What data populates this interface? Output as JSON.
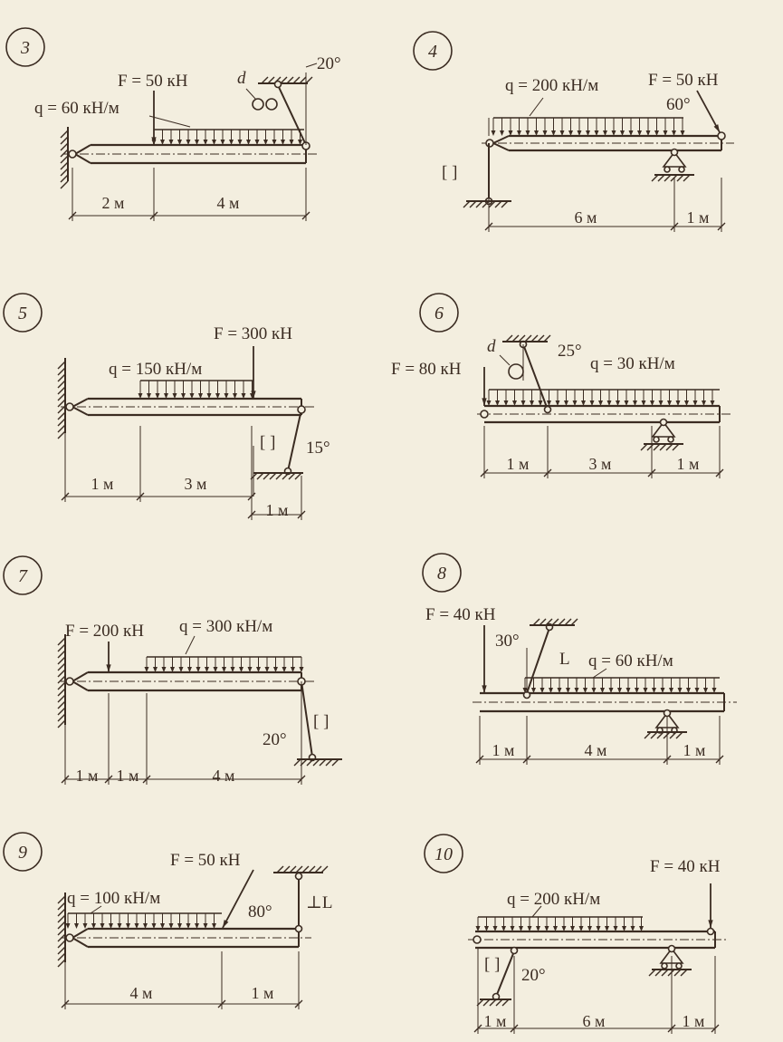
{
  "colors": {
    "ink": "#3b2c22",
    "paper": "#f3eedf"
  },
  "panels": [
    {
      "number": "3",
      "force": "F = 50 кН",
      "load": "q = 60 кН/м",
      "angle": "20°",
      "extra": "d",
      "dims": [
        "2 м",
        "4 м"
      ]
    },
    {
      "number": "4",
      "force": "F = 50 кН",
      "load": "q = 200 кН/м",
      "angle": "60°",
      "section": "[ ]",
      "dims": [
        "6 м",
        "1 м"
      ]
    },
    {
      "number": "5",
      "force": "F = 300 кН",
      "load": "q = 150 кН/м",
      "angle": "15°",
      "section": "[ ]",
      "dims": [
        "1 м",
        "3 м",
        "1 м"
      ]
    },
    {
      "number": "6",
      "force": "F = 80 кН",
      "load": "q = 30 кН/м",
      "angle": "25°",
      "extra": "d",
      "dims": [
        "1 м",
        "3 м",
        "1 м"
      ]
    },
    {
      "number": "7",
      "force": "F = 200 кН",
      "load": "q = 300 кН/м",
      "angle": "20°",
      "section": "[ ]",
      "dims": [
        "1 м",
        "1 м",
        "4 м"
      ]
    },
    {
      "number": "8",
      "force": "F = 40 кН",
      "load": "q = 60 кН/м",
      "angle": "30°",
      "section": "L",
      "dims": [
        "1 м",
        "4 м",
        "1 м"
      ]
    },
    {
      "number": "9",
      "force": "F = 50 кН",
      "load": "q = 100 кН/м",
      "angle": "80°",
      "section": "⊥L",
      "dims": [
        "4 м",
        "1 м"
      ]
    },
    {
      "number": "10",
      "force": "F = 40 кН",
      "load": "q = 200 кН/м",
      "angle": "20°",
      "section": "[ ]",
      "dims": [
        "1 м",
        "6 м",
        "1 м"
      ]
    }
  ]
}
